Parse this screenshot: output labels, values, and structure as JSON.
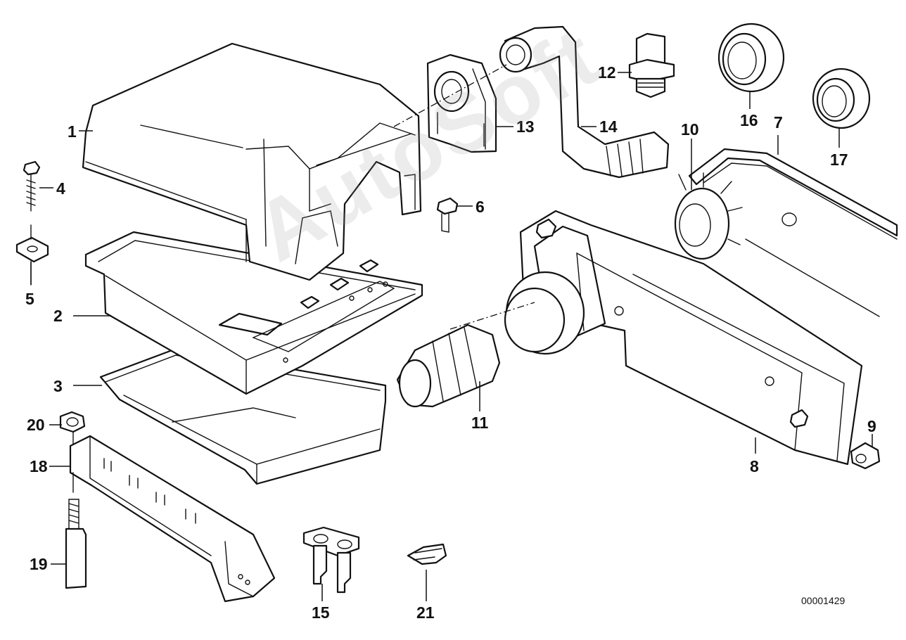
{
  "diagram": {
    "callouts": {
      "p1": "1",
      "p2": "2",
      "p3": "3",
      "p4": "4",
      "p5": "5",
      "p6": "6",
      "p7": "7",
      "p8": "8",
      "p9": "9",
      "p10": "10",
      "p11": "11",
      "p12": "12",
      "p13": "13",
      "p14": "14",
      "p15": "15",
      "p16": "16",
      "p17": "17",
      "p18": "18",
      "p19": "19",
      "p20": "20",
      "p21": "21"
    },
    "reference_number": "00001429",
    "watermark": "AutoSoft"
  }
}
